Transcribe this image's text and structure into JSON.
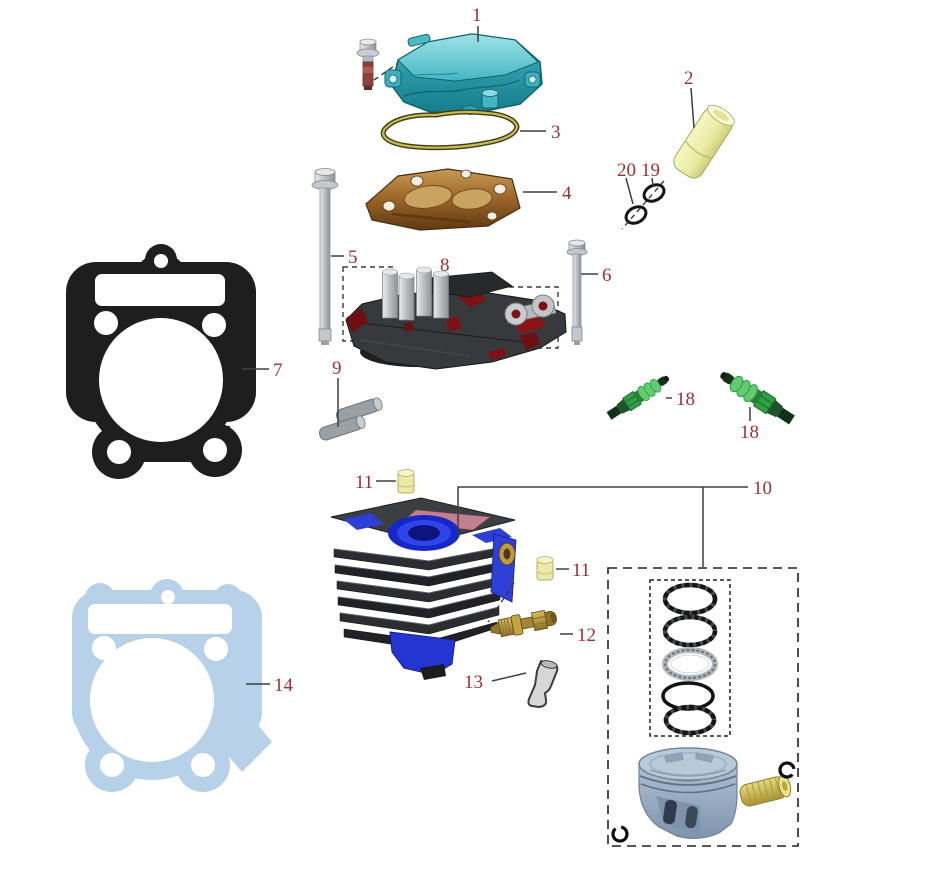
{
  "labels": {
    "n1": "1",
    "n2": "2",
    "n3": "3",
    "n4": "4",
    "n5": "5",
    "n6": "6",
    "n7": "7",
    "n8": "8",
    "n9": "9",
    "n10": "10",
    "n11a": "11",
    "n11b": "11",
    "n12": "12",
    "n13": "13",
    "n14": "14",
    "n18a": "18",
    "n18b": "18",
    "n19": "19",
    "n20": "20"
  },
  "colors": {
    "label_red": "#9e3032",
    "leader_line": "#3f3f3f",
    "cover_teal": "#4fc0cc",
    "valve_gasket_yellow": "#b8a943",
    "intake_sleeve_yellow": "#eef0ad",
    "plate_copper": "#9a6428",
    "bolt_silver": "#c4c8cc",
    "head_dark": "#37393c",
    "head_red_accent": "#7d1114",
    "head_gasket_black": "#1e1e1e",
    "base_gasket_blue": "#b7d1e8",
    "cylinder_dark": "#232527",
    "cylinder_bore_blue": "#2e44e8",
    "cylinder_skirt_blue": "#2435d2",
    "deck_pink": "#c27f90",
    "spark_plug_green": "#2f9e44",
    "tensioner_brass": "#b69539",
    "piston_blue_gray": "#9db0c6",
    "wrist_pin_gold": "#cdbf52",
    "ring_black": "#141414",
    "oil_ring_gray": "#b4b8bc",
    "background": "#ffffff"
  }
}
